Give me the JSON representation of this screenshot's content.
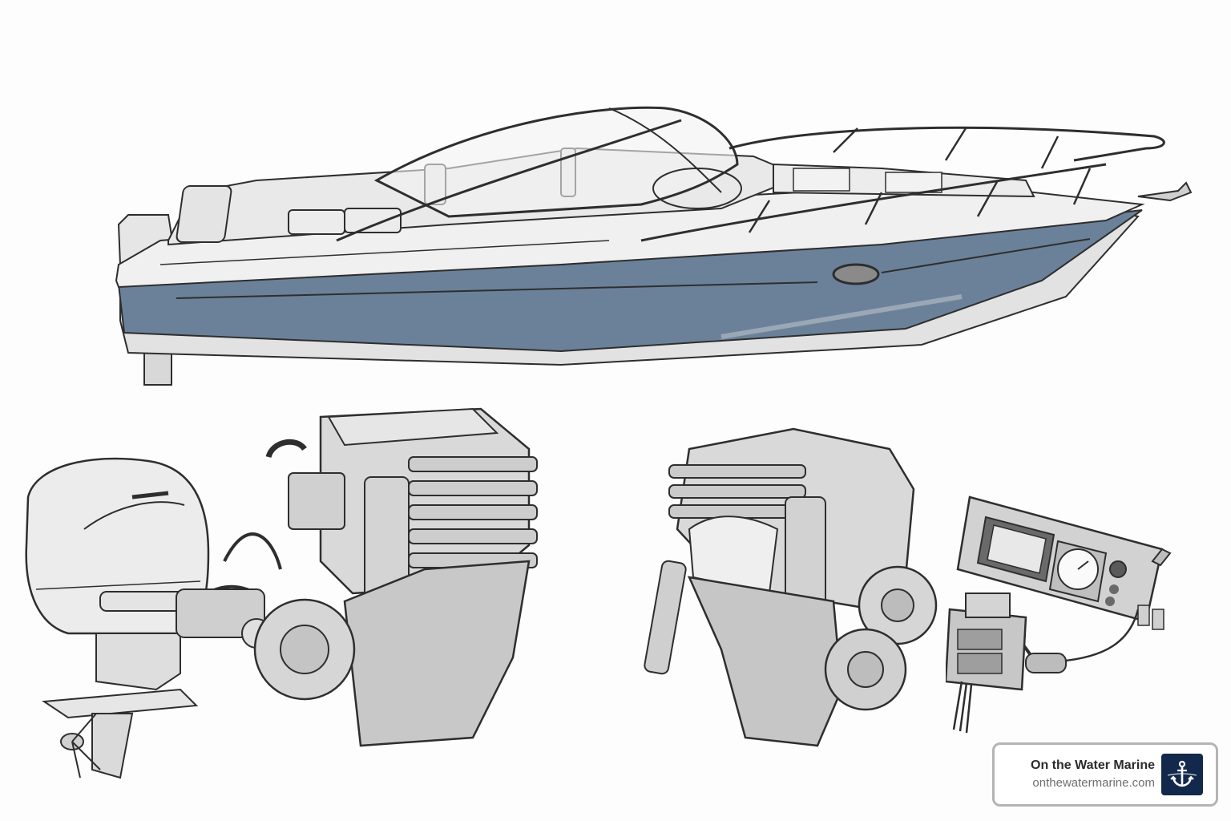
{
  "illustration": {
    "subject": "boat-and-engine-components",
    "items": [
      {
        "id": "boat",
        "label": "bowrider-boat"
      },
      {
        "id": "outboard",
        "label": "outboard-motor"
      },
      {
        "id": "inboard-engine-left",
        "label": "marine-engine"
      },
      {
        "id": "inboard-engine-right",
        "label": "marine-engine"
      },
      {
        "id": "control-panel",
        "label": "gauge-and-switch-panel"
      }
    ],
    "colors": {
      "hull": "#6b8199",
      "hull_dark": "#4e6177",
      "deck": "#efefef",
      "line": "#2e2e2e",
      "engine": "#d6d6d6",
      "engine_shade": "#a9a9a9"
    }
  },
  "badge": {
    "title": "On the Water Marine",
    "url": "onthewatermarine.com",
    "icon": "anchor-icon",
    "icon_bg": "#13294b",
    "icon_fg": "#ffffff"
  }
}
